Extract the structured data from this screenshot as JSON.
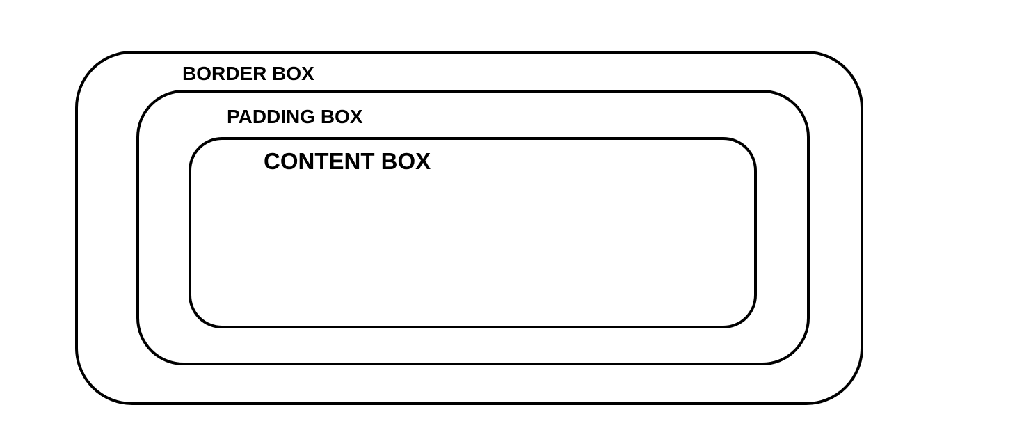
{
  "diagram": {
    "border_box": {
      "label": "BORDER BOX"
    },
    "padding_box": {
      "label": "PADDING BOX"
    },
    "content_box": {
      "label": "CONTENT BOX"
    }
  },
  "colors": {
    "stroke": "#000000",
    "background": "#ffffff",
    "text": "#000000"
  }
}
